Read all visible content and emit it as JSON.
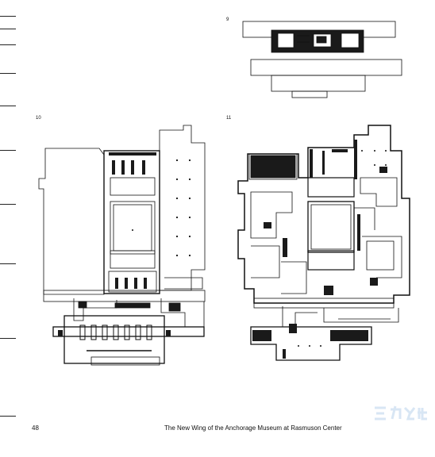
{
  "figures": [
    {
      "id": "fig-9",
      "label": "9"
    },
    {
      "id": "fig-10",
      "label": "10"
    },
    {
      "id": "fig-11",
      "label": "11"
    }
  ],
  "footer": {
    "page_number": "48",
    "running_title": "The New Wing of the Anchorage Museum at Rasmuson Center"
  },
  "colors": {
    "ink": "#111111",
    "wall_fill": "#1a1a1a",
    "paper": "#ffffff",
    "watermark": "#d8e6f4"
  }
}
